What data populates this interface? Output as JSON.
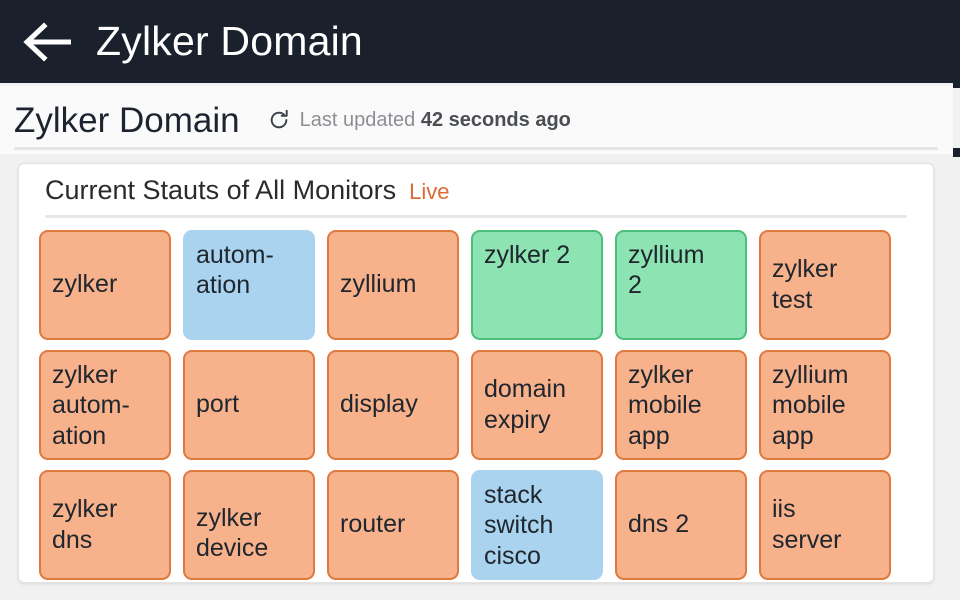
{
  "appbar": {
    "back_icon": "arrow-left-icon",
    "title": "Zylker Domain"
  },
  "subheader": {
    "title": "Zylker Domain",
    "refresh_icon": "refresh-icon",
    "updated_prefix": "Last updated ",
    "updated_value": "42 seconds ago"
  },
  "card": {
    "title": "Current Stauts of All Monitors",
    "live_label": "Live",
    "colors": {
      "orange_fill": "#f7b28c",
      "orange_border": "#e0793d",
      "green_fill": "#8ee3b2",
      "green_border": "#49bf7c",
      "blue_fill": "#a9d3ee",
      "live_accent": "#dd6b33",
      "appbar_bg": "#1b212c"
    },
    "monitors": [
      {
        "label": "zylker",
        "status": "orange",
        "align": "center"
      },
      {
        "label": "autom-\nation",
        "status": "blue",
        "align": "top"
      },
      {
        "label": "zyllium",
        "status": "orange",
        "align": "center"
      },
      {
        "label": "zylker 2",
        "status": "green",
        "align": "top"
      },
      {
        "label": "zyllium\n2",
        "status": "green",
        "align": "top"
      },
      {
        "label": "zylker\ntest",
        "status": "orange",
        "align": "center"
      },
      {
        "label": "zylker\nautom-\nation",
        "status": "orange",
        "align": "top"
      },
      {
        "label": "port",
        "status": "orange",
        "align": "center"
      },
      {
        "label": "display",
        "status": "orange",
        "align": "center"
      },
      {
        "label": "domain\nexpiry",
        "status": "orange",
        "align": "center"
      },
      {
        "label": "zylker\nmobile\napp",
        "status": "orange",
        "align": "top"
      },
      {
        "label": "zyllium\nmobile\napp",
        "status": "orange",
        "align": "top"
      },
      {
        "label": "zylker\ndns",
        "status": "orange",
        "align": "center"
      },
      {
        "label": "zylker\ndevice",
        "status": "orange",
        "align": "down"
      },
      {
        "label": "router",
        "status": "orange",
        "align": "center"
      },
      {
        "label": "stack\nswitch\ncisco",
        "status": "blue",
        "align": "top"
      },
      {
        "label": "dns 2",
        "status": "orange",
        "align": "center"
      },
      {
        "label": "iis\nserver",
        "status": "orange",
        "align": "center"
      }
    ]
  }
}
